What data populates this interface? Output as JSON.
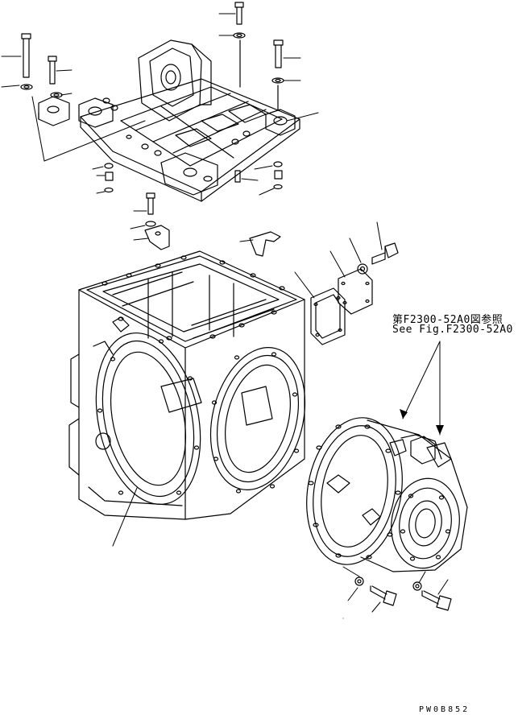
{
  "diagram": {
    "reference_note_ja": "第F2300-52A0図参照",
    "reference_note_en": "See Fig.F2300-52A0",
    "drawing_id": "PW0B852"
  },
  "colors": {
    "ink": "#000000",
    "paper": "#ffffff"
  }
}
